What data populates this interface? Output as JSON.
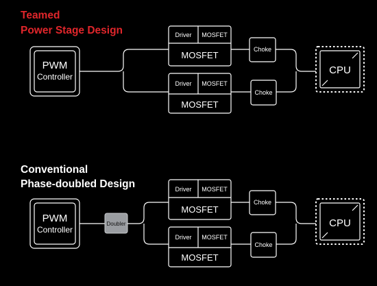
{
  "teamed": {
    "title_line1": "Teamed",
    "title_line2": "Power Stage Design",
    "pwm_label": "PWM",
    "controller_label": "Controller",
    "stages": [
      {
        "driver": "Driver",
        "mosfet_small": "MOSFET",
        "mosfet": "MOSFET",
        "choke": "Choke"
      },
      {
        "driver": "Driver",
        "mosfet_small": "MOSFET",
        "mosfet": "MOSFET",
        "choke": "Choke"
      }
    ],
    "cpu_label": "CPU"
  },
  "conventional": {
    "title_line1": "Conventional",
    "title_line2": "Phase-doubled Design",
    "pwm_label": "PWM",
    "controller_label": "Controller",
    "doubler_label": "Doubler",
    "stages": [
      {
        "driver": "Driver",
        "mosfet_small": "MOSFET",
        "mosfet": "MOSFET",
        "choke": "Choke"
      },
      {
        "driver": "Driver",
        "mosfet_small": "MOSFET",
        "mosfet": "MOSFET",
        "choke": "Choke"
      }
    ],
    "cpu_label": "CPU"
  },
  "colors": {
    "background": "#000000",
    "accent_red": "#e0262b",
    "doubler_fill": "#9a9da1"
  }
}
